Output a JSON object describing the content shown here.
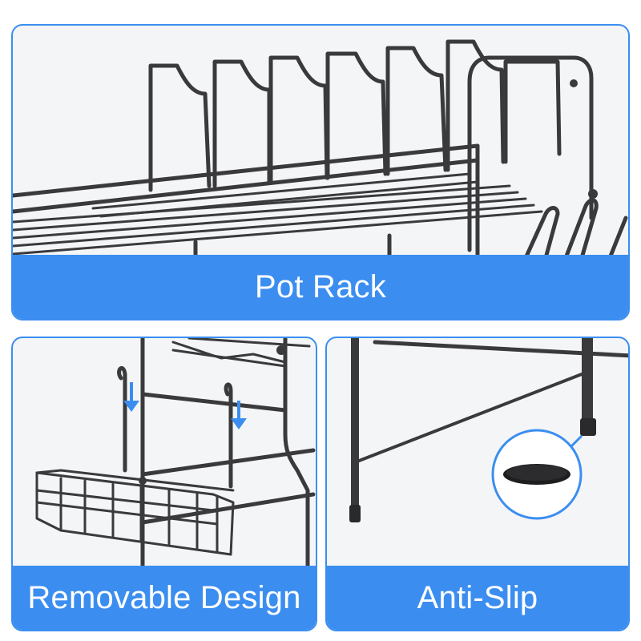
{
  "panels": {
    "top": {
      "caption": "Pot Rack"
    },
    "bottom_left": {
      "caption": "Removable Design"
    },
    "bottom_right": {
      "caption": "Anti-Slip"
    }
  },
  "colors": {
    "accent": "#3b8ef0",
    "metal": "#3a3a3c",
    "background": "#f4f5f7",
    "caption_text": "#ffffff"
  },
  "icons": [
    "arrow-down-icon",
    "anti-slip-pad-icon"
  ]
}
